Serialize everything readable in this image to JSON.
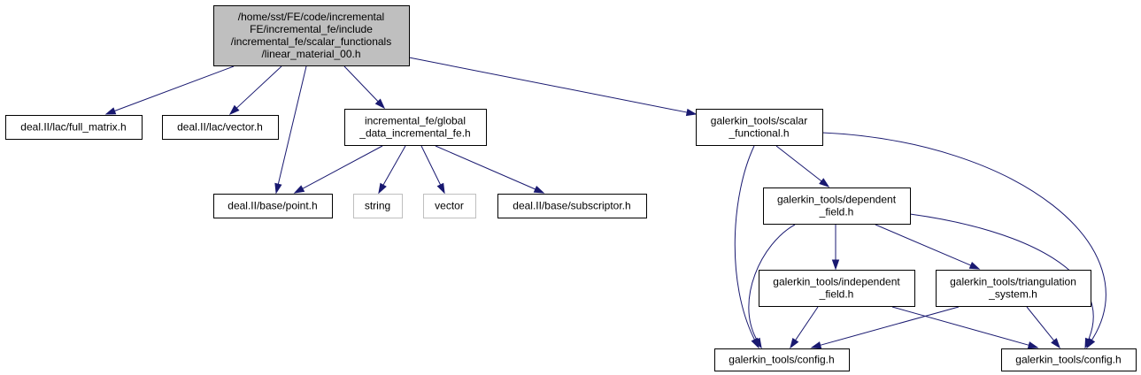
{
  "colors": {
    "edge": "#191970",
    "root_fill": "#bfbfbf",
    "node_border": "#000000",
    "external_border": "#bfbfbf",
    "background": "#ffffff"
  },
  "nodes": [
    {
      "id": "root",
      "kind": "root",
      "lines": [
        "/home/sst/FE/code/incremental",
        "FE/incremental_fe/include",
        "/incremental_fe/scalar_functionals",
        "/linear_material_00.h"
      ]
    },
    {
      "id": "full_matrix",
      "kind": "normal",
      "lines": [
        "deal.II/lac/full_matrix.h"
      ]
    },
    {
      "id": "vector_h",
      "kind": "normal",
      "lines": [
        "deal.II/lac/vector.h"
      ]
    },
    {
      "id": "global_data",
      "kind": "normal",
      "lines": [
        "incremental_fe/global",
        "_data_incremental_fe.h"
      ]
    },
    {
      "id": "scalar_functional",
      "kind": "normal",
      "lines": [
        "galerkin_tools/scalar",
        "_functional.h"
      ]
    },
    {
      "id": "point",
      "kind": "normal",
      "lines": [
        "deal.II/base/point.h"
      ]
    },
    {
      "id": "string",
      "kind": "external",
      "lines": [
        "string"
      ]
    },
    {
      "id": "vector_std",
      "kind": "external",
      "lines": [
        "vector"
      ]
    },
    {
      "id": "subscriptor",
      "kind": "normal",
      "lines": [
        "deal.II/base/subscriptor.h"
      ]
    },
    {
      "id": "dependent_field",
      "kind": "normal",
      "lines": [
        "galerkin_tools/dependent",
        "_field.h"
      ]
    },
    {
      "id": "independent_field",
      "kind": "normal",
      "lines": [
        "galerkin_tools/independent",
        "_field.h"
      ]
    },
    {
      "id": "triangulation_system",
      "kind": "normal",
      "lines": [
        "galerkin_tools/triangulation",
        "_system.h"
      ]
    },
    {
      "id": "config_a",
      "kind": "normal",
      "lines": [
        "galerkin_tools/config.h"
      ]
    },
    {
      "id": "config_b",
      "kind": "normal",
      "lines": [
        "galerkin_tools/config.h"
      ]
    }
  ],
  "edges": [
    {
      "from": "root",
      "to": "full_matrix"
    },
    {
      "from": "root",
      "to": "vector_h"
    },
    {
      "from": "root",
      "to": "point"
    },
    {
      "from": "root",
      "to": "global_data"
    },
    {
      "from": "root",
      "to": "scalar_functional"
    },
    {
      "from": "global_data",
      "to": "point"
    },
    {
      "from": "global_data",
      "to": "string"
    },
    {
      "from": "global_data",
      "to": "vector_std"
    },
    {
      "from": "global_data",
      "to": "subscriptor"
    },
    {
      "from": "scalar_functional",
      "to": "dependent_field"
    },
    {
      "from": "scalar_functional",
      "to": "config_a"
    },
    {
      "from": "scalar_functional",
      "to": "config_b"
    },
    {
      "from": "dependent_field",
      "to": "independent_field"
    },
    {
      "from": "dependent_field",
      "to": "triangulation_system"
    },
    {
      "from": "dependent_field",
      "to": "config_a"
    },
    {
      "from": "dependent_field",
      "to": "config_b"
    },
    {
      "from": "independent_field",
      "to": "config_a"
    },
    {
      "from": "independent_field",
      "to": "config_b"
    },
    {
      "from": "triangulation_system",
      "to": "config_a"
    },
    {
      "from": "triangulation_system",
      "to": "config_b"
    }
  ]
}
